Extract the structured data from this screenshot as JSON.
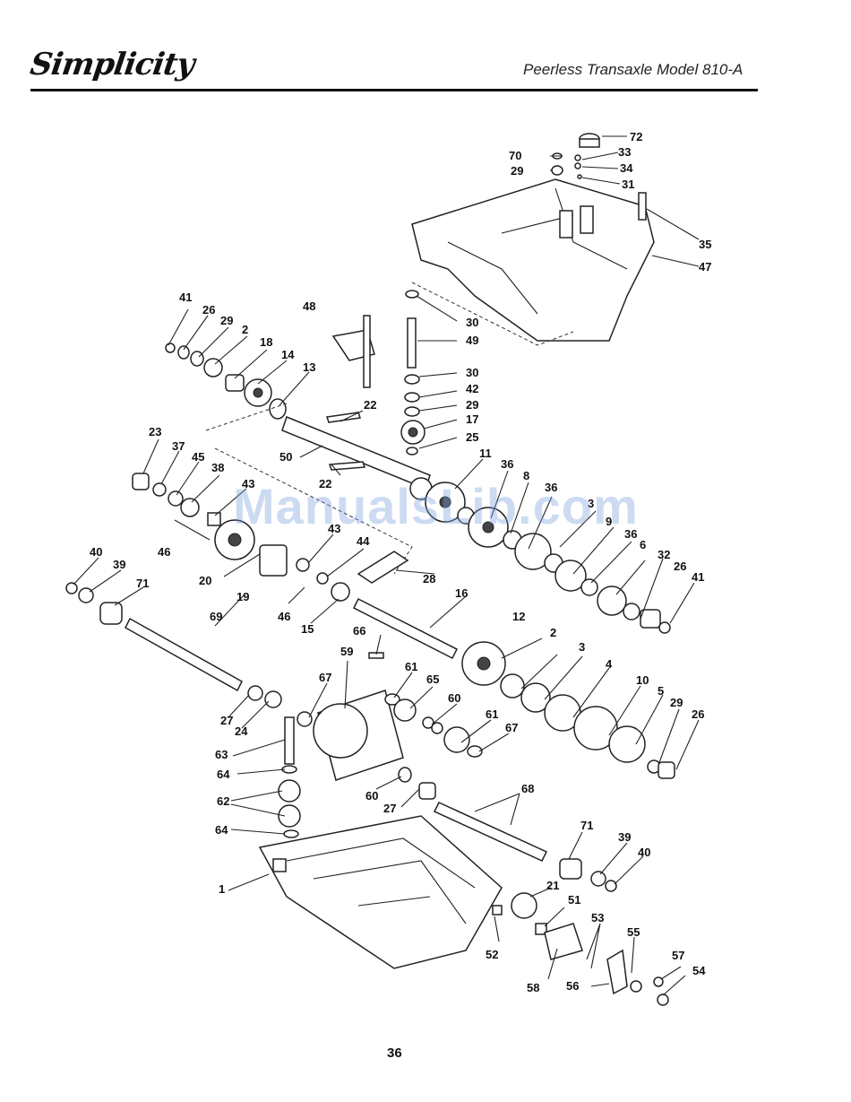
{
  "header": {
    "brand": "Simplicity",
    "model_title": "Peerless Transaxle Model 810-A"
  },
  "watermark": "ManualsLib.com",
  "page_number": "36",
  "part_labels": [
    "72",
    "33",
    "70",
    "34",
    "29",
    "31",
    "35",
    "47",
    "48",
    "30",
    "49",
    "41",
    "26",
    "29",
    "2",
    "18",
    "14",
    "13",
    "30",
    "42",
    "29",
    "17",
    "22",
    "25",
    "50",
    "11",
    "23",
    "37",
    "45",
    "38",
    "43",
    "22",
    "36",
    "8",
    "36",
    "3",
    "9",
    "36",
    "6",
    "32",
    "26",
    "41",
    "46",
    "20",
    "19",
    "43",
    "44",
    "28",
    "40",
    "39",
    "71",
    "16",
    "46",
    "15",
    "69",
    "12",
    "2",
    "3",
    "4",
    "10",
    "5",
    "66",
    "59",
    "67",
    "61",
    "65",
    "60",
    "61",
    "67",
    "29",
    "26",
    "27",
    "24",
    "63",
    "64",
    "62",
    "60",
    "27",
    "68",
    "64",
    "71",
    "39",
    "40",
    "1",
    "21",
    "51",
    "53",
    "52",
    "55",
    "57",
    "58",
    "56",
    "54"
  ]
}
